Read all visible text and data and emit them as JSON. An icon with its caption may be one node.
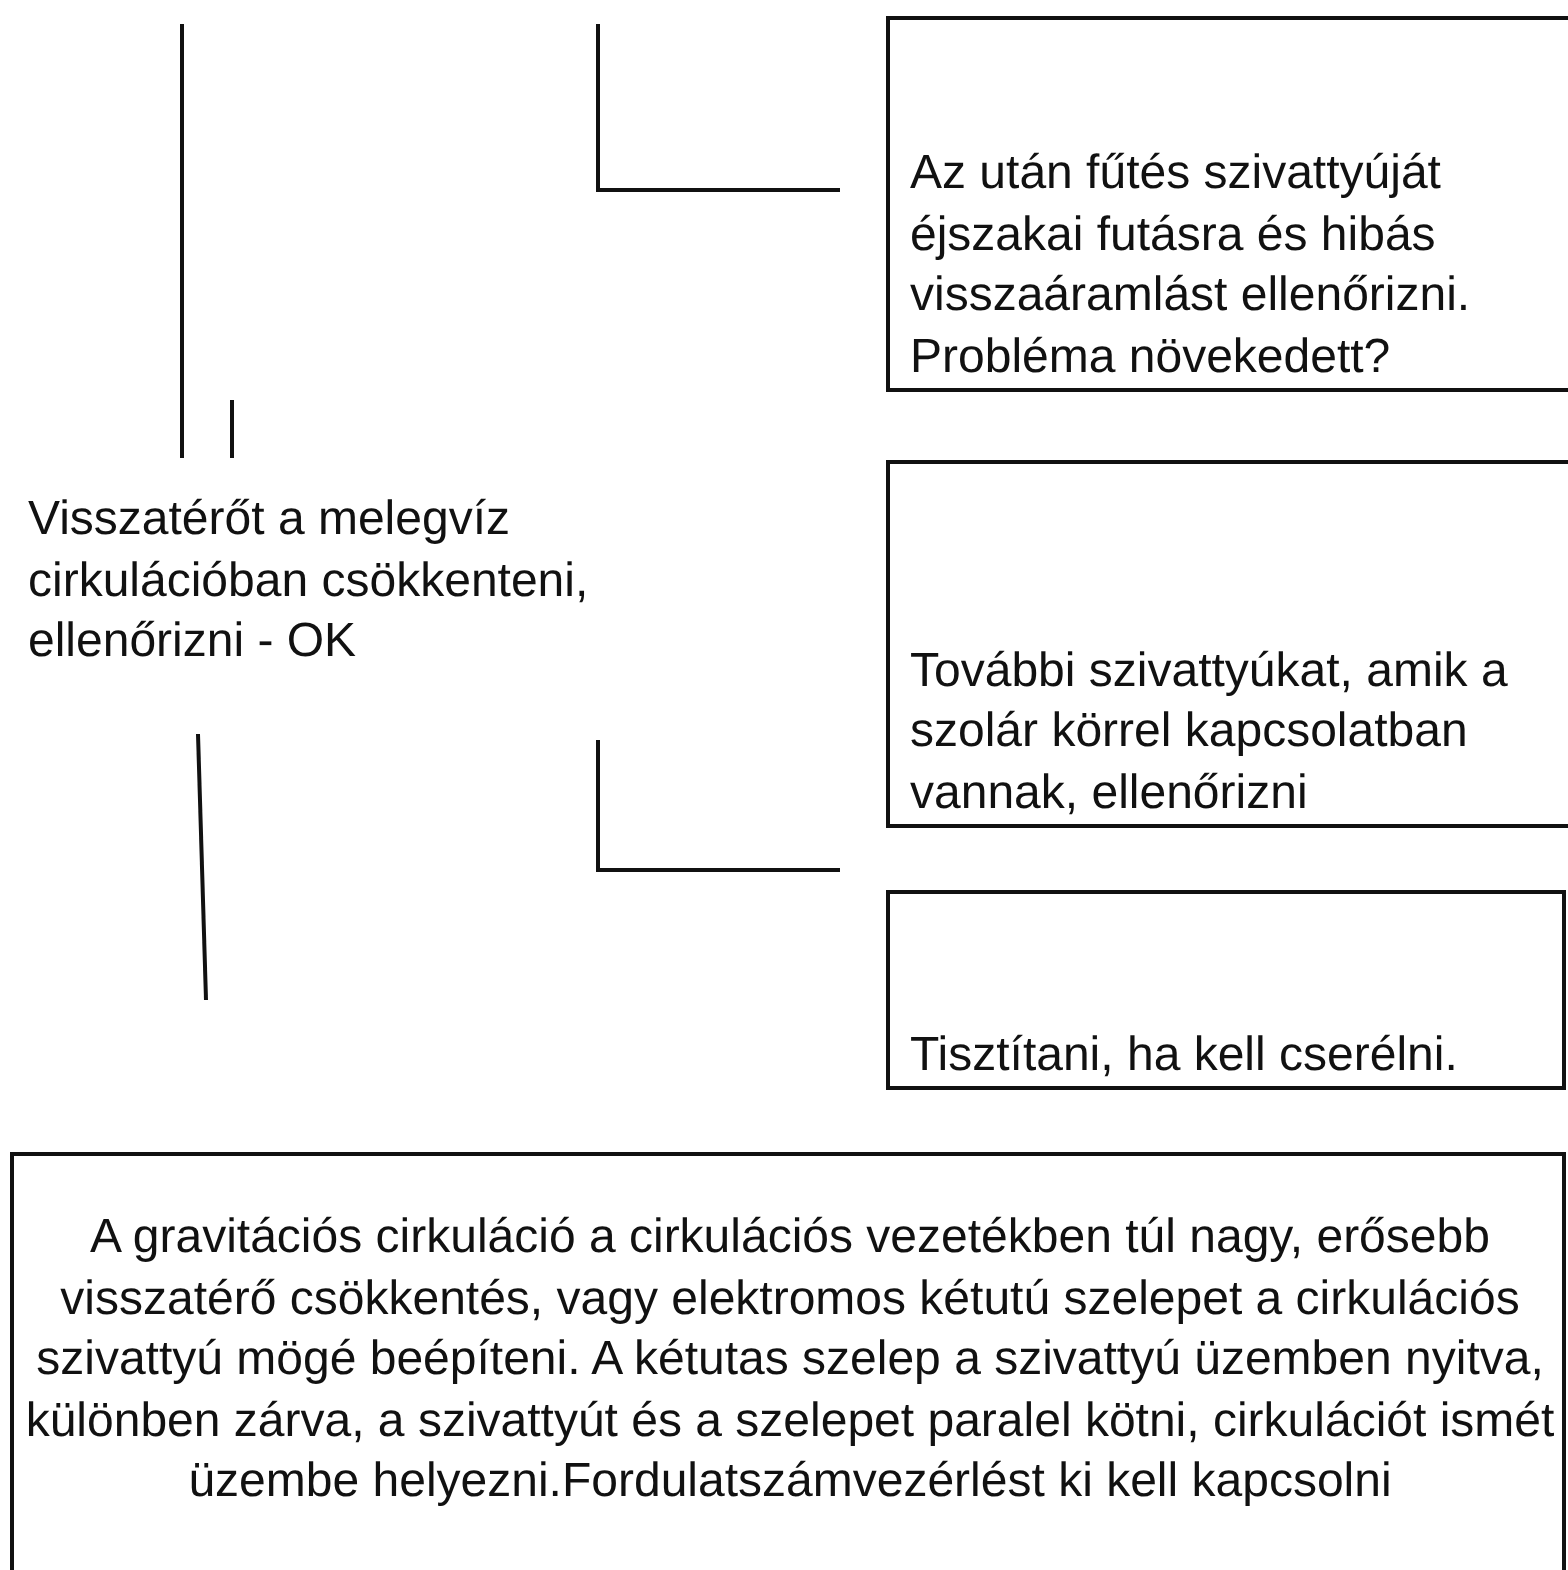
{
  "diagram": {
    "nodes": [
      {
        "text": [
          "Visszatérőt a melegvíz cirkulációban csökkenteni, ellenőrizni - OK"
        ]
      },
      {
        "text": [
          "Az után fűtés szivattyúját éjszakai futásra és hibás visszaáramlást ellenőrizni. Probléma növekedett?"
        ]
      },
      {
        "text": [
          "További szivattyúkat, amik a szolár körrel kapcsolatban vannak, ellenőrizni"
        ]
      },
      {
        "text": [
          "Tisztítani, ha kell cserélni."
        ]
      },
      {
        "text": [
          "A gravitációs cirkuláció a cirkulációs vezetékben túl nagy, erősebb visszatérő csökkentés, vagy elektromos kétutú szelepet a cirkulációs szivattyú mögé beépíteni. A kétutas szelep a szivattyú üzemben nyitva, különben zárva, a szivattyút és a szelepet paralel kötni, cirkulációt ismét üzembe helyezni.Fordulatszámvezérlést ki kell kapcsolni"
        ]
      }
    ],
    "edges": [
      {
        "from": null,
        "to": 0,
        "arrow": "none"
      },
      {
        "from": null,
        "to": 0,
        "arrow": "none"
      },
      {
        "from": null,
        "to": 1,
        "arrow": "none"
      },
      {
        "from": null,
        "to": 3,
        "arrow": "none"
      },
      {
        "from": 0,
        "to": null,
        "arrow": "none"
      }
    ]
  }
}
